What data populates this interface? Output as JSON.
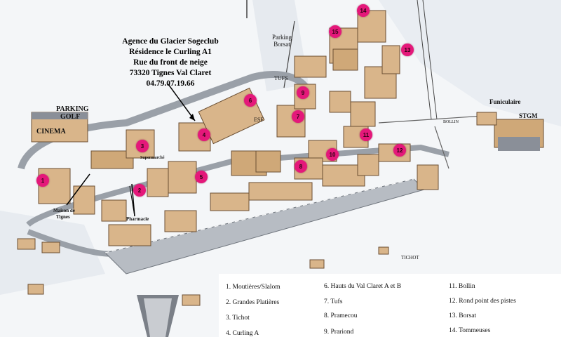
{
  "agency": {
    "line1": "Agence du Glacier Sogeclub",
    "line2": "Résidence le Curling A1",
    "line3": "Rue du front de neige",
    "line4": "73320 Tignes Val Claret",
    "line5": "04.79.07.19.66"
  },
  "places": {
    "parking_golf_1": "PARKING",
    "parking_golf_2": "GOLF",
    "cinema": "CINEMA",
    "parking_borsat_1": "Parking",
    "parking_borsat_2": "Borsat",
    "tufs": "TUFS",
    "esf": "ESF",
    "supermarche": "Supermarché",
    "maison_1": "Maison de",
    "maison_2": "Tignes",
    "pharmacie": "Pharmacie",
    "bollin": "BOLLIN",
    "funiculaire": "Funiculaire",
    "stgm": "STGM",
    "tichot": "TICHOT"
  },
  "pins": [
    "1",
    "2",
    "3",
    "4",
    "5",
    "6",
    "7",
    "8",
    "9",
    "10",
    "11",
    "12",
    "13",
    "14",
    "15"
  ],
  "legend": [
    "1. Moutières/Slalom",
    "2. Grandes Platières",
    "3. Tichot",
    "4. Curling A",
    "6. Hauts du Val Claret A et B",
    "7. Tufs",
    "8. Pramecou",
    "9. Prariond",
    "11. Bollin",
    "12. Rond point des pistes",
    "13. Borsat",
    "14. Tommeuses"
  ],
  "colors": {
    "pin": "#e4187a",
    "road": "#9aa0a8",
    "snow": "#f4f6f8",
    "building": "#d9b58a",
    "roof": "#8a8f98"
  }
}
